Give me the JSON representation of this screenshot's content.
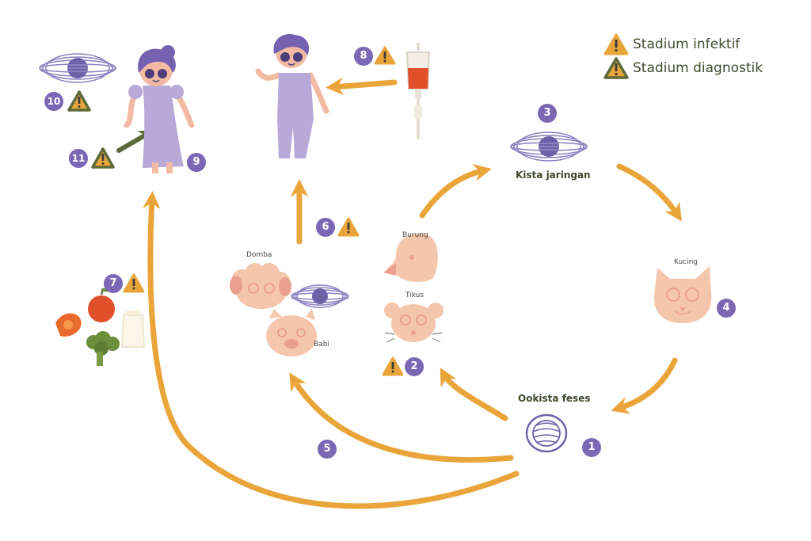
{
  "legend": {
    "infective_label": "Stadium infektif",
    "diagnostic_label": "Stadium diagnostik"
  },
  "labels": {
    "tissue_cyst": "Kista jaringan",
    "feces_oocyst": "Ookista feses",
    "bird": "Burung",
    "rat": "Tikus",
    "cat": "Kucing",
    "sheep": "Domba",
    "pig": "Babi"
  },
  "steps": [
    "1",
    "2",
    "3",
    "4",
    "5",
    "6",
    "7",
    "8",
    "9",
    "10",
    "11"
  ],
  "colors": {
    "arrow": "#e9a53a",
    "badge": "#7b68b5",
    "infective": "#e9a53a",
    "diagnostic": "#5d6b3a",
    "human": "#b7a9d8",
    "animal": "#f4c7ad",
    "cyst": "#6e61a8"
  }
}
